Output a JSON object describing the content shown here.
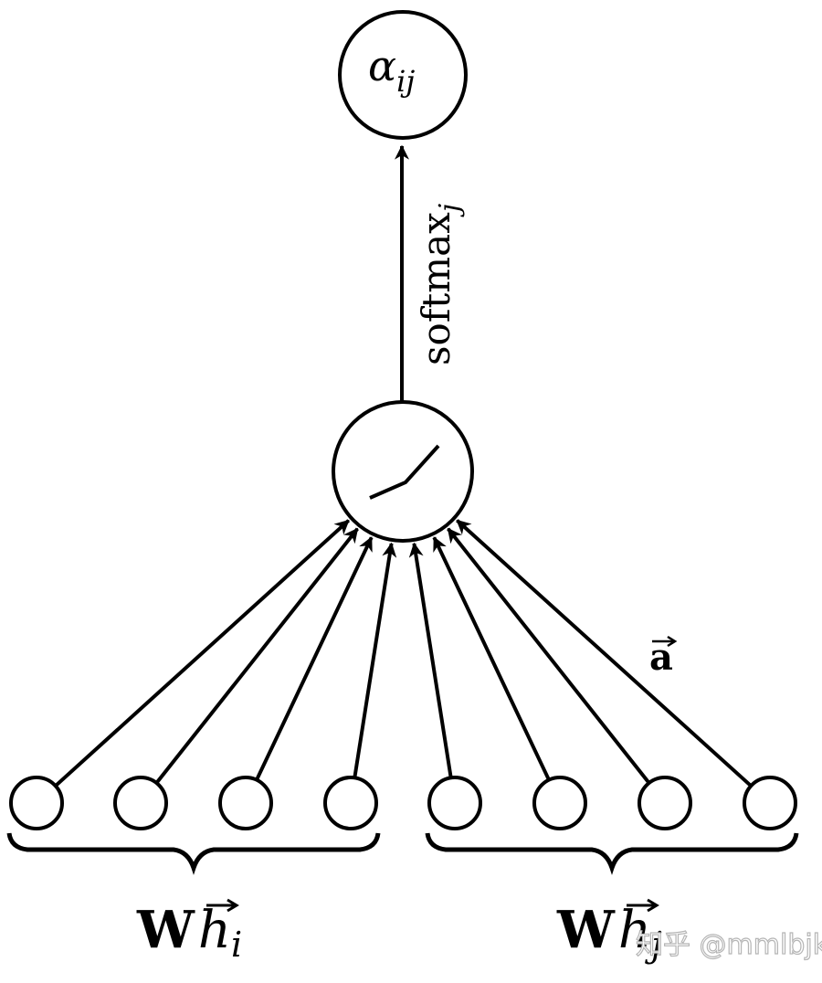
{
  "nodes": {
    "output": {
      "symbol": "α",
      "subscript": "ij"
    },
    "activation": {
      "icon": "leaky-relu-icon"
    },
    "input_count": 8,
    "left_group": {
      "node_count": 4,
      "bold": "W",
      "base": "h",
      "subscript": "i"
    },
    "right_group": {
      "node_count": 4,
      "bold": "W",
      "base": "h",
      "subscript": "j"
    }
  },
  "edges": {
    "softmax_label": {
      "text": "softmax",
      "subscript": "j"
    },
    "weight_label": {
      "text": "a"
    }
  },
  "watermark": {
    "text": "知乎 @mmlbjk"
  }
}
